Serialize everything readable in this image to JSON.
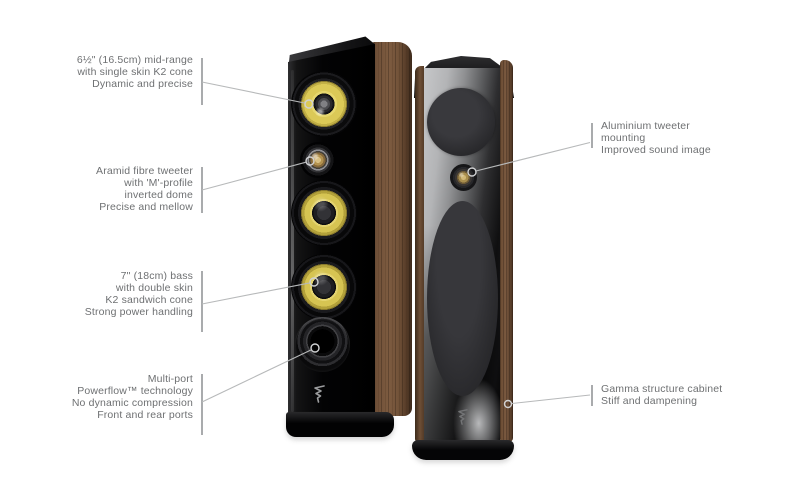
{
  "product": {
    "brand_logo": "focal-logo"
  },
  "annotations": {
    "left": [
      {
        "id": "midrange",
        "lines": [
          "6½\" (16.5cm) mid-range",
          "with single skin K2 cone",
          "Dynamic and precise"
        ]
      },
      {
        "id": "tweeter",
        "lines": [
          "Aramid fibre tweeter",
          "with 'M'-profile",
          "inverted dome",
          "Precise and mellow"
        ]
      },
      {
        "id": "bass",
        "lines": [
          "7\" (18cm) bass",
          "with double skin",
          "K2 sandwich cone",
          "Strong power handling"
        ]
      },
      {
        "id": "port",
        "lines": [
          "Multi-port",
          "Powerflow™ technology",
          "No dynamic compression",
          "Front and rear ports"
        ]
      }
    ],
    "right": [
      {
        "id": "tweeter-mounting",
        "lines": [
          "Aluminium tweeter",
          "mounting",
          "Improved sound image"
        ]
      },
      {
        "id": "cabinet",
        "lines": [
          "Gamma structure cabinet",
          "Stiff and dampening"
        ]
      }
    ]
  },
  "colors": {
    "background": "#ffffff",
    "annotation_text": "#6e7072",
    "leader_line": "#b7b9ba",
    "marker_ring": "#d0d1d3",
    "cone_yellow": "#d9c755",
    "tweeter_gold": "#ad9154",
    "wood_brown": "#6f5038",
    "gloss_black": "#0a0a0b"
  }
}
